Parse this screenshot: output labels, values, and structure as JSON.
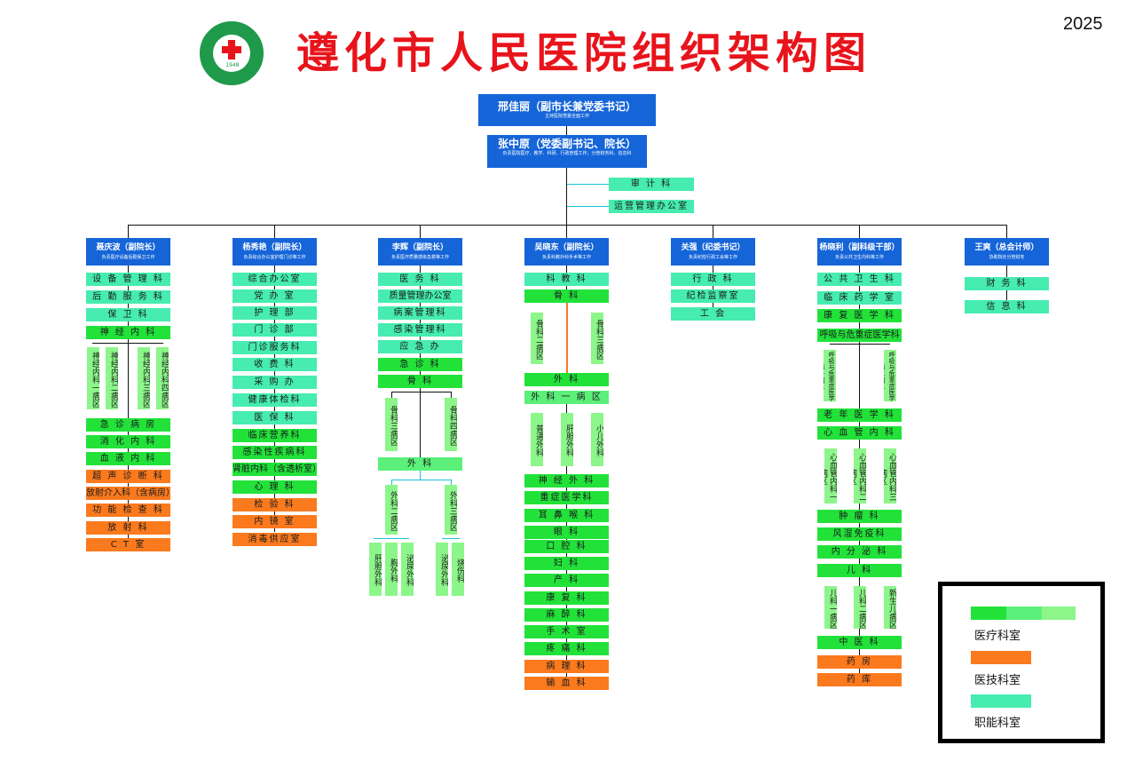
{
  "header": {
    "title": "遵化市人民医院组织架构图",
    "year": "2025",
    "logo_year": "1948"
  },
  "top": {
    "secretary": {
      "name": "邢佳丽（副市长兼党委书记）",
      "desc": "主持医院党委全面工作"
    },
    "president": {
      "name": "张中原（党委副书记、院长）",
      "desc": "负责医院医疗、教学、科研、行政管理工作，分管财务科、信息科"
    },
    "audit": "审 计 科",
    "ops": "运营管理办公室"
  },
  "columns": [
    {
      "leader": {
        "name": "聂庆波（副院长）",
        "desc": "负责医疗设备后勤保卫工作"
      },
      "boxes": [
        {
          "label": "设 备 管 理 科",
          "kind": "func"
        },
        {
          "label": "后 勤 服 务 科",
          "kind": "func"
        },
        {
          "label": "保 卫 科",
          "kind": "func"
        },
        {
          "label": "神 经 内 科",
          "kind": "dark"
        }
      ],
      "vboxes": [
        "神经内科一病区",
        "神经内科二病区",
        "神经内科三病区",
        "神经内科四病区"
      ],
      "boxes2": [
        {
          "label": "急 诊 病 房",
          "kind": "dark"
        },
        {
          "label": "消 化 内 科",
          "kind": "dark"
        },
        {
          "label": "血 液 内 科",
          "kind": "dark"
        },
        {
          "label": "超 声 诊 断 科",
          "kind": "tech"
        },
        {
          "label": "放射介入科（含病房）",
          "kind": "tech"
        },
        {
          "label": "功 能 检 查 科",
          "kind": "tech"
        },
        {
          "label": "放 射 科",
          "kind": "tech"
        },
        {
          "label": "C T 室",
          "kind": "tech"
        }
      ]
    },
    {
      "leader": {
        "name": "杨秀艳（副院长）",
        "desc": "负责综合办公室护理门诊等工作"
      },
      "boxes": [
        {
          "label": "综合办公室",
          "kind": "func"
        },
        {
          "label": "党 办 室",
          "kind": "func"
        },
        {
          "label": "护 理 部",
          "kind": "func"
        },
        {
          "label": "门 诊 部",
          "kind": "func"
        },
        {
          "label": "门诊服务科",
          "kind": "func"
        },
        {
          "label": "收 费 科",
          "kind": "func"
        },
        {
          "label": "采 购 办",
          "kind": "func"
        },
        {
          "label": "健康体检科",
          "kind": "func"
        },
        {
          "label": "医 保 科",
          "kind": "func"
        },
        {
          "label": "临床营养科",
          "kind": "dark"
        },
        {
          "label": "感染性疾病科",
          "kind": "dark"
        },
        {
          "label": "肾脏内科（含透析室）",
          "kind": "dark"
        },
        {
          "label": "心 理 科",
          "kind": "dark"
        },
        {
          "label": "检 验 科",
          "kind": "tech"
        },
        {
          "label": "内 镜 室",
          "kind": "tech"
        },
        {
          "label": "消毒供应室",
          "kind": "tech"
        }
      ]
    },
    {
      "leader": {
        "name": "李辉（副院长）",
        "desc": "负责医疗质量感染急救等工作"
      },
      "boxes": [
        {
          "label": "医 务 科",
          "kind": "func"
        },
        {
          "label": "质量管理办公室",
          "kind": "func"
        },
        {
          "label": "病案管理科",
          "kind": "func"
        },
        {
          "label": "感染管理科",
          "kind": "func"
        },
        {
          "label": "应 急 办",
          "kind": "func"
        },
        {
          "label": "急 诊 科",
          "kind": "dark"
        },
        {
          "label": "骨 科",
          "kind": "dark"
        }
      ],
      "bone_wards": [
        "骨科三病区",
        "骨科四病区"
      ],
      "surgery": "外 科",
      "surgery_wards": [
        "外科二病区",
        "外科三病区"
      ],
      "sub_wards_a": [
        "肝胆外科",
        "胸外科",
        "泌尿外科"
      ],
      "sub_wards_b": [
        "泌尿外科",
        "烧伤科"
      ]
    },
    {
      "leader": {
        "name": "吴晓东（副院长）",
        "desc": "负责科教外科手术等工作"
      },
      "boxes": [
        {
          "label": "科 教 科",
          "kind": "func"
        },
        {
          "label": "骨 科",
          "kind": "dark"
        }
      ],
      "bone_wards": [
        "骨科二病区",
        "骨科三病区"
      ],
      "boxes_mid": [
        {
          "label": "外 科",
          "kind": "dark"
        },
        {
          "label": "外 科 一 病 区",
          "kind": "mid"
        }
      ],
      "surg_wards": [
        "普通外科",
        "肝胆外科",
        "小儿外科"
      ],
      "boxes2": [
        {
          "label": "神 经 外 科",
          "kind": "dark"
        },
        {
          "label": "重症医学科",
          "kind": "dark"
        },
        {
          "label": "耳 鼻 喉 科",
          "kind": "dark"
        },
        {
          "label": "眼 科",
          "kind": "dark"
        },
        {
          "label": "口 腔 科",
          "kind": "dark"
        },
        {
          "label": "妇 科",
          "kind": "dark"
        },
        {
          "label": "产 科",
          "kind": "dark"
        },
        {
          "label": "康 复 科",
          "kind": "dark"
        },
        {
          "label": "麻 醉 科",
          "kind": "dark"
        },
        {
          "label": "手 术 室",
          "kind": "dark"
        },
        {
          "label": "疼 痛 科",
          "kind": "dark"
        },
        {
          "label": "病 理 科",
          "kind": "tech"
        },
        {
          "label": "输 血 科",
          "kind": "tech"
        }
      ]
    },
    {
      "leader": {
        "name": "关强（纪委书记）",
        "desc": "负责纪检行政工会等工作"
      },
      "boxes": [
        {
          "label": "行 政 科",
          "kind": "func"
        },
        {
          "label": "纪检监察室",
          "kind": "func"
        },
        {
          "label": "工 会",
          "kind": "func"
        }
      ]
    },
    {
      "leader": {
        "name": "杨晓利（副科级干部）",
        "desc": "负责公共卫生内科等工作"
      },
      "boxes": [
        {
          "label": "公 共 卫 生 科",
          "kind": "func"
        },
        {
          "label": "临 床 药 学 室",
          "kind": "func"
        },
        {
          "label": "康 复 医 学 科",
          "kind": "dark"
        },
        {
          "label": "呼吸与危重症医学科",
          "kind": "dark"
        }
      ],
      "resp_wards": [
        "呼吸与危重症医学科一病区",
        "呼吸与危重症医学科二病区"
      ],
      "boxes_mid": [
        {
          "label": "老 年 医 学 科",
          "kind": "dark"
        },
        {
          "label": "心 血 管 内 科",
          "kind": "dark"
        }
      ],
      "cardio_wards": [
        "心血管内科一病区",
        "心血管内科二病区",
        "心血管内科三病区"
      ],
      "boxes2": [
        {
          "label": "肿 瘤 科",
          "kind": "dark"
        },
        {
          "label": "风湿免疫科",
          "kind": "dark"
        },
        {
          "label": "内 分 泌 科",
          "kind": "dark"
        },
        {
          "label": "儿 科",
          "kind": "dark"
        }
      ],
      "child_wards": [
        "儿科一病区",
        "儿科二病区",
        "新生儿病区"
      ],
      "boxes3": [
        {
          "label": "中 医 科",
          "kind": "dark"
        },
        {
          "label": "药 房",
          "kind": "tech"
        },
        {
          "label": "药 库",
          "kind": "tech"
        }
      ]
    },
    {
      "leader": {
        "name": "王爽（总会计师）",
        "desc": "协助院长分管财务"
      },
      "boxes": [
        {
          "label": "财 务 科",
          "kind": "func"
        },
        {
          "label": "信 息 科",
          "kind": "func"
        }
      ]
    }
  ],
  "legend": {
    "medical": "医疗科室",
    "tech": "医技科室",
    "func": "职能科室"
  },
  "colors": {
    "title": "#e8141b",
    "leader": "#1565d8",
    "medical_dark": "#22e23a",
    "medical_mid": "#5cf07a",
    "medical_light": "#8cf68a",
    "tech": "#fb7a1e",
    "func": "#46ecb0"
  }
}
